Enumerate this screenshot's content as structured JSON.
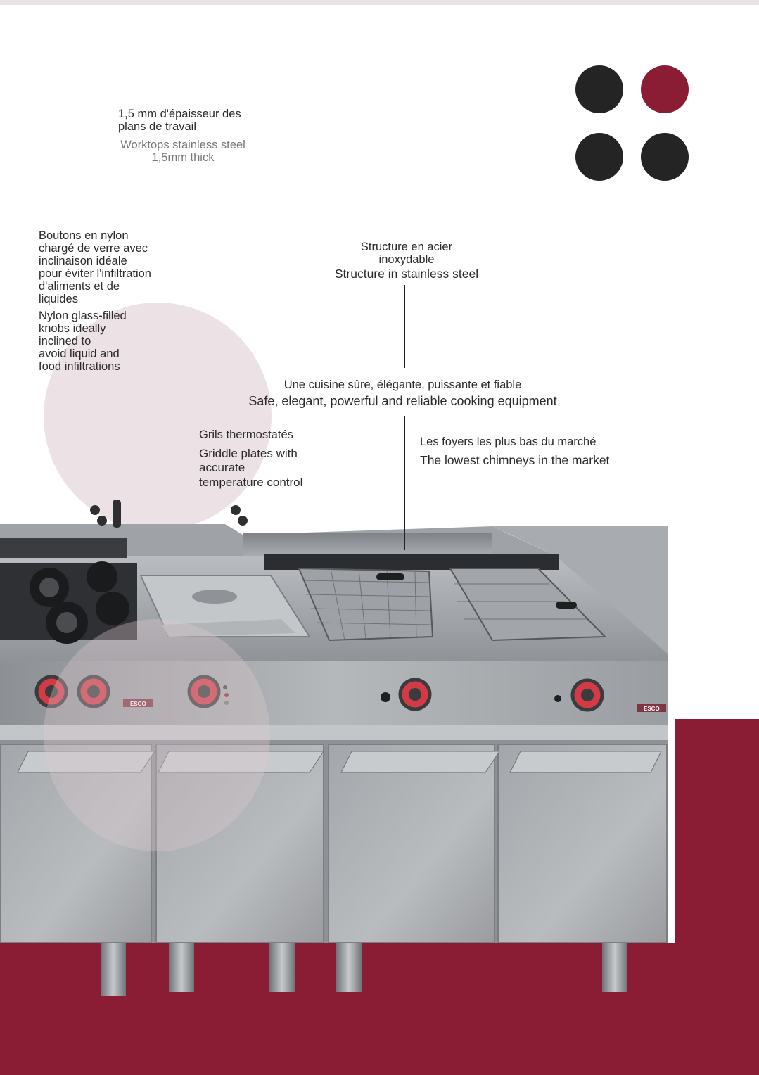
{
  "colors": {
    "accent_red": "#8a1c33",
    "dot_dark": "#242424",
    "pink_circle": "#ece2e5"
  },
  "labels": {
    "worktop": {
      "fr_line1": "1,5 mm d'épaisseur des",
      "fr_line2": "plans de travail",
      "en_line1": "Worktops stainless steel",
      "en_line2": "1,5mm thick"
    },
    "knobs": {
      "fr_lines": [
        "Boutons en nylon",
        "chargé de verre avec",
        "inclinaison idéale",
        "pour éviter l'infiltration",
        "d'aliments et de",
        "liquides"
      ],
      "en_lines": [
        "Nylon glass-filled",
        "knobs ideally",
        "inclined to",
        "avoid liquid and",
        "food infiltrations"
      ]
    },
    "structure": {
      "fr_line1": "Structure en acier",
      "fr_line2": "inoxydable",
      "en": "Structure in stainless steel"
    },
    "kitchen": {
      "fr": "Une cuisine sûre, élégante, puissante et fiable",
      "en": "Safe, elegant, powerful and reliable cooking equipment"
    },
    "griddle": {
      "fr": "Grils thermostatés",
      "en_line1": "Griddle plates with",
      "en_line2": "accurate",
      "en_line3": "temperature control"
    },
    "chimneys": {
      "fr": "Les foyers les plus bas du marché",
      "en": "The lowest chimneys in the market"
    }
  },
  "brand": "ESCO"
}
